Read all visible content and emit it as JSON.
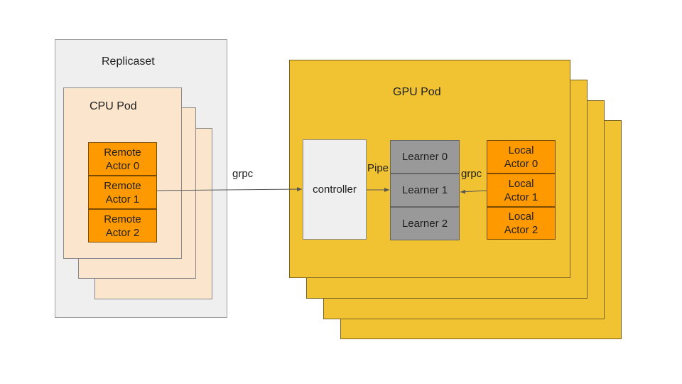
{
  "replicaset": {
    "title": "Replicaset"
  },
  "cpu_pod": {
    "title": "CPU Pod",
    "remote_actors": [
      {
        "line1": "Remote",
        "line2": "Actor 0"
      },
      {
        "line1": "Remote",
        "line2": "Actor 1"
      },
      {
        "line1": "Remote",
        "line2": "Actor 2"
      }
    ]
  },
  "gpu_pod": {
    "title": "GPU Pod",
    "controller": "controller",
    "learners": [
      "Learner 0",
      "Learner 1",
      "Learner 2"
    ],
    "local_actors": [
      {
        "line1": "Local",
        "line2": "Actor 0"
      },
      {
        "line1": "Local",
        "line2": "Actor 1"
      },
      {
        "line1": "Local",
        "line2": "Actor 2"
      }
    ]
  },
  "edges": {
    "remote_to_controller": "grpc",
    "controller_to_learner": "Pipe",
    "local_to_learner": "grpc"
  },
  "colors": {
    "replicaset_bg": "#efefef",
    "cpu_pod_bg": "#fce5cd",
    "gpu_pod_bg": "#f1c232",
    "actor_bg": "#ff9900",
    "learner_bg": "#999999",
    "arrow": "#555555"
  }
}
